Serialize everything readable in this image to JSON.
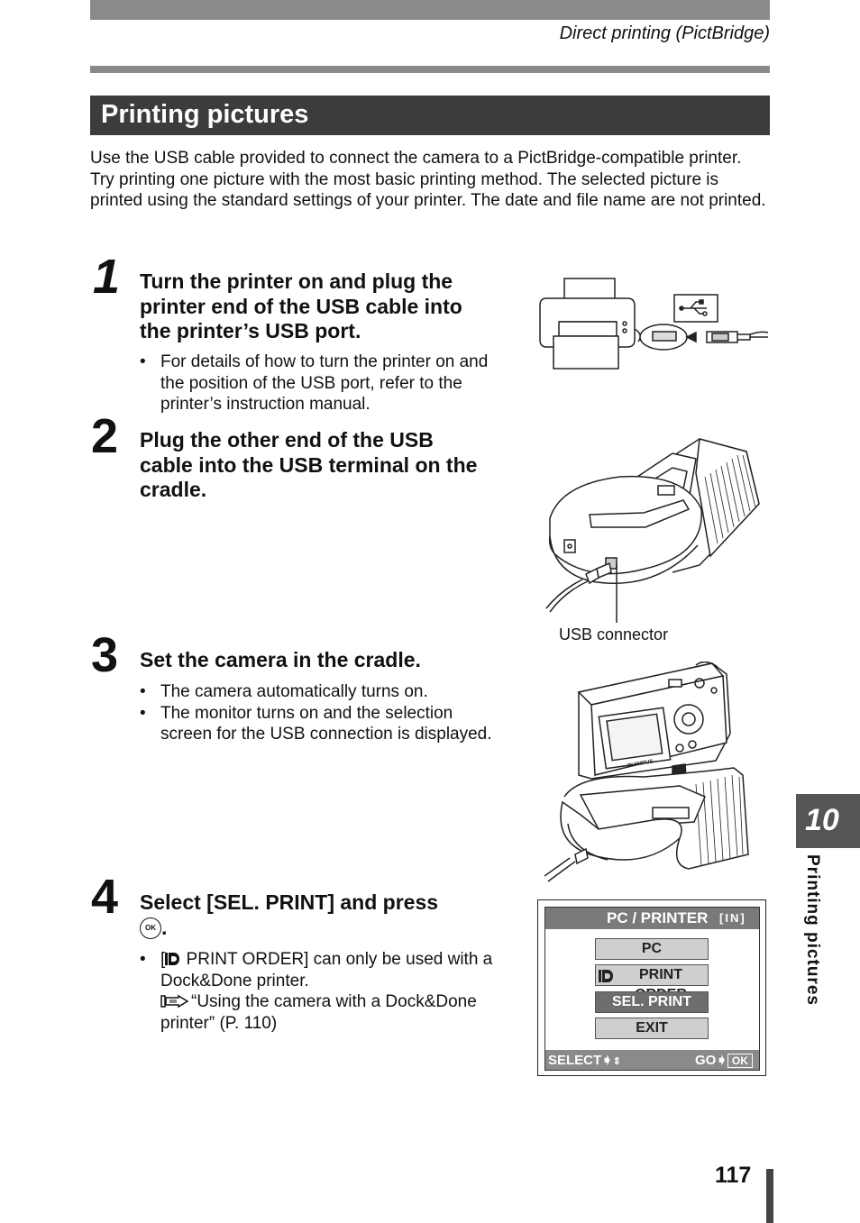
{
  "header": {
    "running_title": "Direct printing (PictBridge)"
  },
  "section": {
    "title": "Printing pictures"
  },
  "intro": {
    "p1": "Use the USB cable provided to connect the camera to a PictBridge-compatible printer.",
    "p2": "Try printing one picture with the most basic printing method. The selected picture is printed using the standard settings of your printer. The date and file name are not printed."
  },
  "steps": [
    {
      "num": "1",
      "title": "Turn the printer on and plug the printer end of the USB cable into the printer’s USB port.",
      "bullets": [
        "For details of how to turn the printer on and the position of the USB port, refer to the printer’s instruction manual."
      ]
    },
    {
      "num": "2",
      "title": "Plug the other end of the USB cable into the USB terminal on the cradle.",
      "bullets": []
    },
    {
      "num": "3",
      "title": "Set the camera in the cradle.",
      "bullets": [
        "The camera automatically turns on.",
        "The monitor turns on and the selection screen for the USB connection is displayed."
      ]
    },
    {
      "num": "4",
      "title": "Select [SEL. PRINT] and press",
      "title_suffix": ".",
      "bullets_prefix": "[",
      "bullet_text": " PRINT ORDER] can only be used with a Dock&Done printer.",
      "ref_text": "“Using the camera with a Dock&Done printer” (P. 110)"
    }
  ],
  "ok_label": "OK",
  "figure": {
    "caption": "USB connector",
    "camera_brand": "OLYMPUS"
  },
  "screen": {
    "title": "PC / PRINTER",
    "mode": "[IN]",
    "items": [
      "PC",
      "PRINT ORDER",
      "SEL. PRINT",
      "EXIT"
    ],
    "selected_index": 2,
    "footer_left": "SELECT",
    "footer_right": "GO",
    "footer_ok": "OK"
  },
  "sidebar": {
    "chapter": "10",
    "label": "Printing pictures"
  },
  "page": {
    "number": "117"
  }
}
